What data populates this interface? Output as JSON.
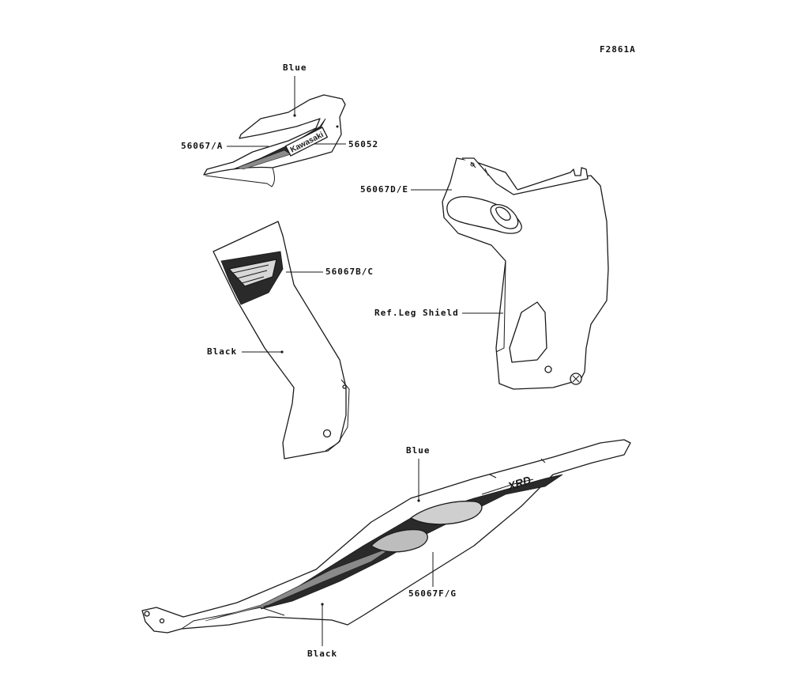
{
  "figure_code": "F2861A",
  "brand_text": "Kawasaki",
  "callouts": {
    "blue_top": "Blue",
    "part_56067A": "56067/A",
    "part_56052": "56052",
    "part_56067DE": "56067D/E",
    "part_56067BC": "56067B/C",
    "ref_leg_shield": "Ref.Leg Shield",
    "black_side": "Black",
    "blue_bottom": "Blue",
    "part_56067FG": "56067F/G",
    "black_bottom": "Black"
  }
}
